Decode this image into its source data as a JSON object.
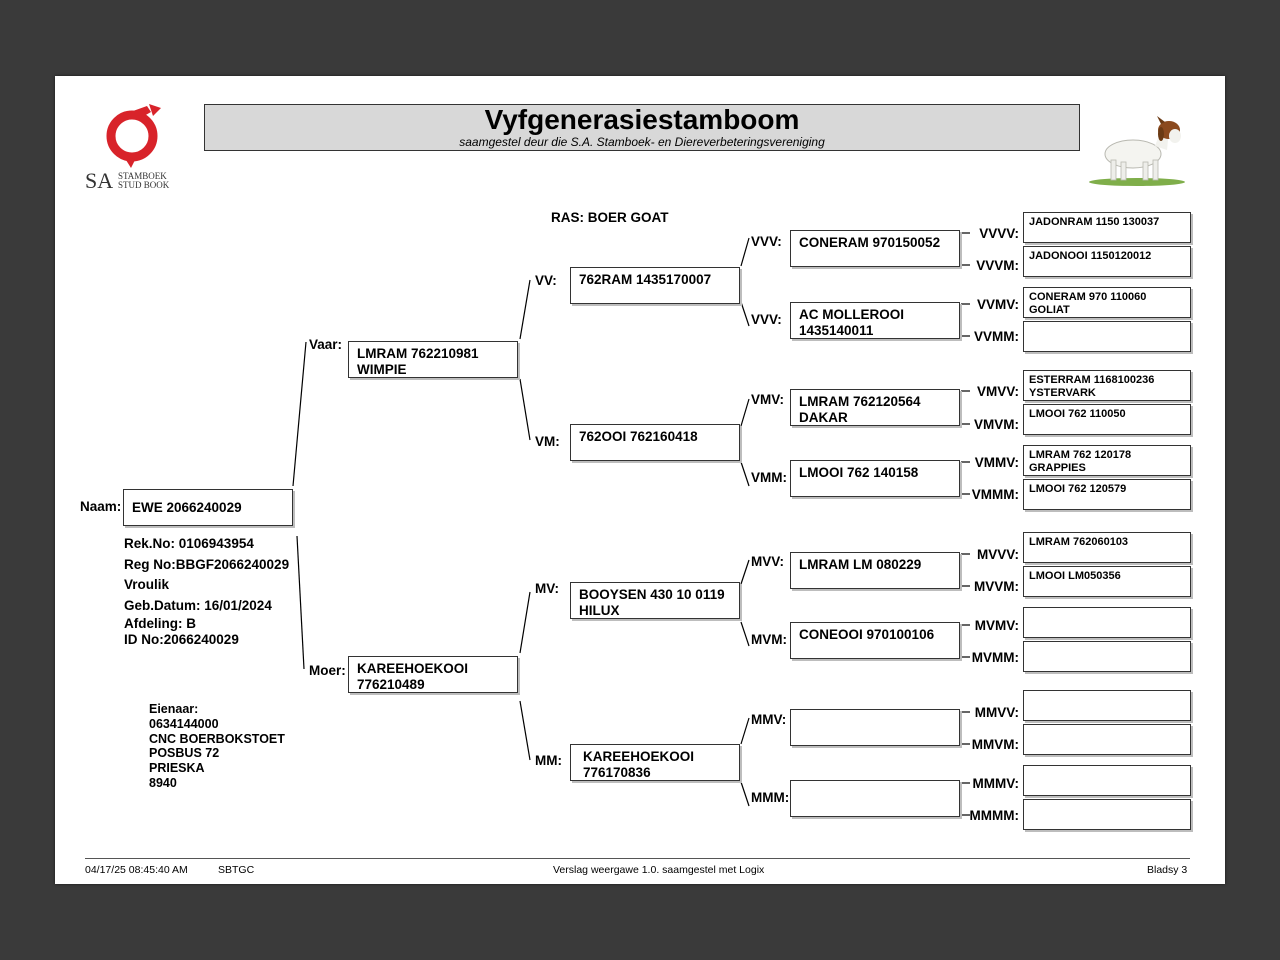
{
  "header": {
    "title": "Vyfgenerasiestamboom",
    "subtitle": "saamgestel deur die S.A. Stamboek- en Diereverbeteringsvereniging",
    "logo_text_sa": "SA",
    "logo_text_line1": "STAMBOEK",
    "logo_text_line2": "STUD BOOK"
  },
  "breed": "RAS: BOER GOAT",
  "animal": {
    "name_label": "Naam:",
    "name": "EWE 2066240029",
    "rek_no": "Rek.No: 0106943954",
    "reg_no": "Reg No:BBGF2066240029",
    "sex": "Vroulik",
    "birth_date": "Geb.Datum: 16/01/2024",
    "section": "Afdeling: B",
    "id_no": "ID No:2066240029"
  },
  "owner": {
    "label": "Eienaar:",
    "number": "0634144000",
    "name": "CNC BOERBOKSTOET",
    "address1": "POSBUS 72",
    "address2": "PRIESKA",
    "postcode": "8940"
  },
  "gen1": {
    "vaar": {
      "label": "Vaar:",
      "name": "LMRAM 762210981\nWIMPIE"
    },
    "moer": {
      "label": "Moer:",
      "name": "KAREEHOEKOOI\n776210489"
    }
  },
  "gen2": {
    "vv": {
      "label": "VV:",
      "name": "762RAM 1435170007"
    },
    "vm": {
      "label": "VM:",
      "name": "762OOI 762160418"
    },
    "mv": {
      "label": "MV:",
      "name": "BOOYSEN 430 10 0119\nHILUX"
    },
    "mm": {
      "label": "MM:",
      "name": "KAREEHOEKOOI\n776170836"
    }
  },
  "gen3": {
    "vvv": {
      "label": "VVV:",
      "name": "CONERAM 970150052"
    },
    "vvm": {
      "label": "VVV:",
      "name": "AC MOLLEROOI\n1435140011"
    },
    "vmv": {
      "label": "VMV:",
      "name": "LMRAM 762120564\nDAKAR"
    },
    "vmm": {
      "label": "VMM:",
      "name": "LMOOI 762 140158"
    },
    "mvv": {
      "label": "MVV:",
      "name": "LMRAM LM 080229"
    },
    "mvm": {
      "label": "MVM:",
      "name": "CONEOOI 970100106"
    },
    "mmv": {
      "label": "MMV:",
      "name": ""
    },
    "mmm": {
      "label": "MMM:",
      "name": ""
    }
  },
  "gen4": {
    "vvvv": {
      "label": "VVVV:",
      "name": "JADONRAM 1150 130037"
    },
    "vvvm": {
      "label": "VVVM:",
      "name": "JADONOOI 1150120012"
    },
    "vvmv": {
      "label": "VVMV:",
      "name": "CONERAM 970 110060\nGOLIAT"
    },
    "vvmm": {
      "label": "VVMM:",
      "name": ""
    },
    "vmvv": {
      "label": "VMVV:",
      "name": "ESTERRAM 1168100236\nYSTERVARK"
    },
    "vmvm": {
      "label": "VMVM:",
      "name": "LMOOI 762 110050"
    },
    "vmmv": {
      "label": "VMMV:",
      "name": "LMRAM 762 120178\nGRAPPIES"
    },
    "vmmm": {
      "label": "VMMM:",
      "name": "LMOOI 762 120579"
    },
    "mvvv": {
      "label": "MVVV:",
      "name": "LMRAM 762060103"
    },
    "mvvm": {
      "label": "MVVM:",
      "name": "LMOOI LM050356"
    },
    "mvmv": {
      "label": "MVMV:",
      "name": ""
    },
    "mvmm": {
      "label": "MVMM:",
      "name": ""
    },
    "mmvv": {
      "label": "MMVV:",
      "name": ""
    },
    "mmvm": {
      "label": "MMVM:",
      "name": ""
    },
    "mmmv": {
      "label": "MMMV:",
      "name": ""
    },
    "mmmm": {
      "label": "MMMM:",
      "name": ""
    }
  },
  "footer": {
    "datetime": "04/17/25 08:45:40 AM",
    "code": "SBTGC",
    "report": "Verslag weergawe 1.0. saamgestel met Logix",
    "page": "Bladsy 3"
  },
  "colors": {
    "logo_red": "#d8232a",
    "title_bg": "#d8d8d8"
  }
}
